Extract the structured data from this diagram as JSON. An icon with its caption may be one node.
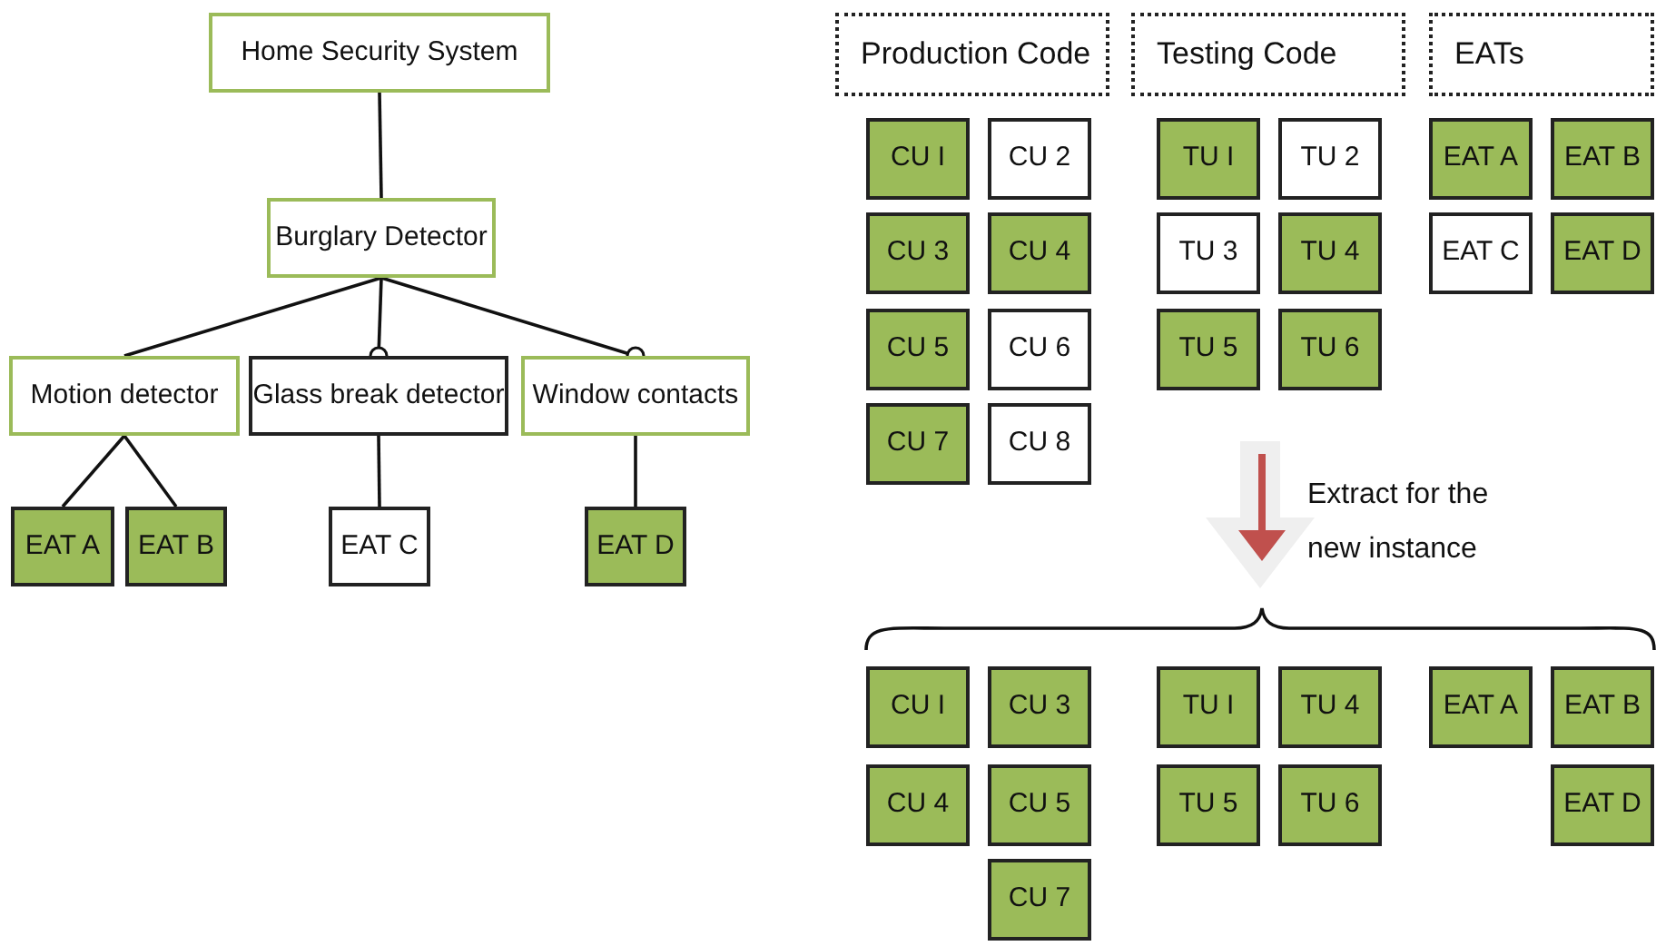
{
  "diagram": {
    "nodes": [
      {
        "text": [
          "Home Security System"
        ]
      },
      {
        "text": [
          "Burglary Detector"
        ]
      },
      {
        "text": [
          "Motion detector"
        ]
      },
      {
        "text": [
          "Glass break detector"
        ]
      },
      {
        "text": [
          "Window contacts"
        ]
      },
      {
        "text": [
          "EAT A"
        ]
      },
      {
        "text": [
          "EAT B"
        ]
      },
      {
        "text": [
          "EAT C"
        ]
      },
      {
        "text": [
          "EAT D"
        ]
      },
      {
        "text": [
          "Production Code"
        ]
      },
      {
        "text": [
          "Testing Code"
        ]
      },
      {
        "text": [
          "EATs"
        ]
      },
      {
        "text": [
          "CU I"
        ]
      },
      {
        "text": [
          "CU 2"
        ]
      },
      {
        "text": [
          "CU 3"
        ]
      },
      {
        "text": [
          "CU 4"
        ]
      },
      {
        "text": [
          "CU 5"
        ]
      },
      {
        "text": [
          "CU 6"
        ]
      },
      {
        "text": [
          "CU 7"
        ]
      },
      {
        "text": [
          "CU 8"
        ]
      },
      {
        "text": [
          "TU I"
        ]
      },
      {
        "text": [
          "TU 2"
        ]
      },
      {
        "text": [
          "TU 3"
        ]
      },
      {
        "text": [
          "TU 4"
        ]
      },
      {
        "text": [
          "TU 5"
        ]
      },
      {
        "text": [
          "TU 6"
        ]
      },
      {
        "text": [
          "EAT A"
        ]
      },
      {
        "text": [
          "EAT B"
        ]
      },
      {
        "text": [
          "EAT C"
        ]
      },
      {
        "text": [
          "EAT D"
        ]
      },
      {
        "text": [
          "CU I"
        ]
      },
      {
        "text": [
          "CU 3"
        ]
      },
      {
        "text": [
          "CU 4"
        ]
      },
      {
        "text": [
          "CU 5"
        ]
      },
      {
        "text": [
          "CU 7"
        ]
      },
      {
        "text": [
          "TU I"
        ]
      },
      {
        "text": [
          "TU 4"
        ]
      },
      {
        "text": [
          "TU 5"
        ]
      },
      {
        "text": [
          "TU 6"
        ]
      },
      {
        "text": [
          "EAT A"
        ]
      },
      {
        "text": [
          "EAT B"
        ]
      },
      {
        "text": [
          "EAT D"
        ]
      }
    ],
    "edges": [
      {
        "from": 0,
        "to": 1,
        "arrow": "none"
      },
      {
        "from": 1,
        "to": 2,
        "arrow": "none"
      },
      {
        "from": 1,
        "to": 3,
        "arrow": "other"
      },
      {
        "from": 1,
        "to": 4,
        "arrow": "other"
      },
      {
        "from": 2,
        "to": 5,
        "arrow": "none"
      },
      {
        "from": 2,
        "to": 6,
        "arrow": "none"
      },
      {
        "from": 3,
        "to": 7,
        "arrow": "none"
      },
      {
        "from": 4,
        "to": 8,
        "arrow": "none"
      }
    ],
    "labels": [
      "Extract for the new instance"
    ]
  }
}
